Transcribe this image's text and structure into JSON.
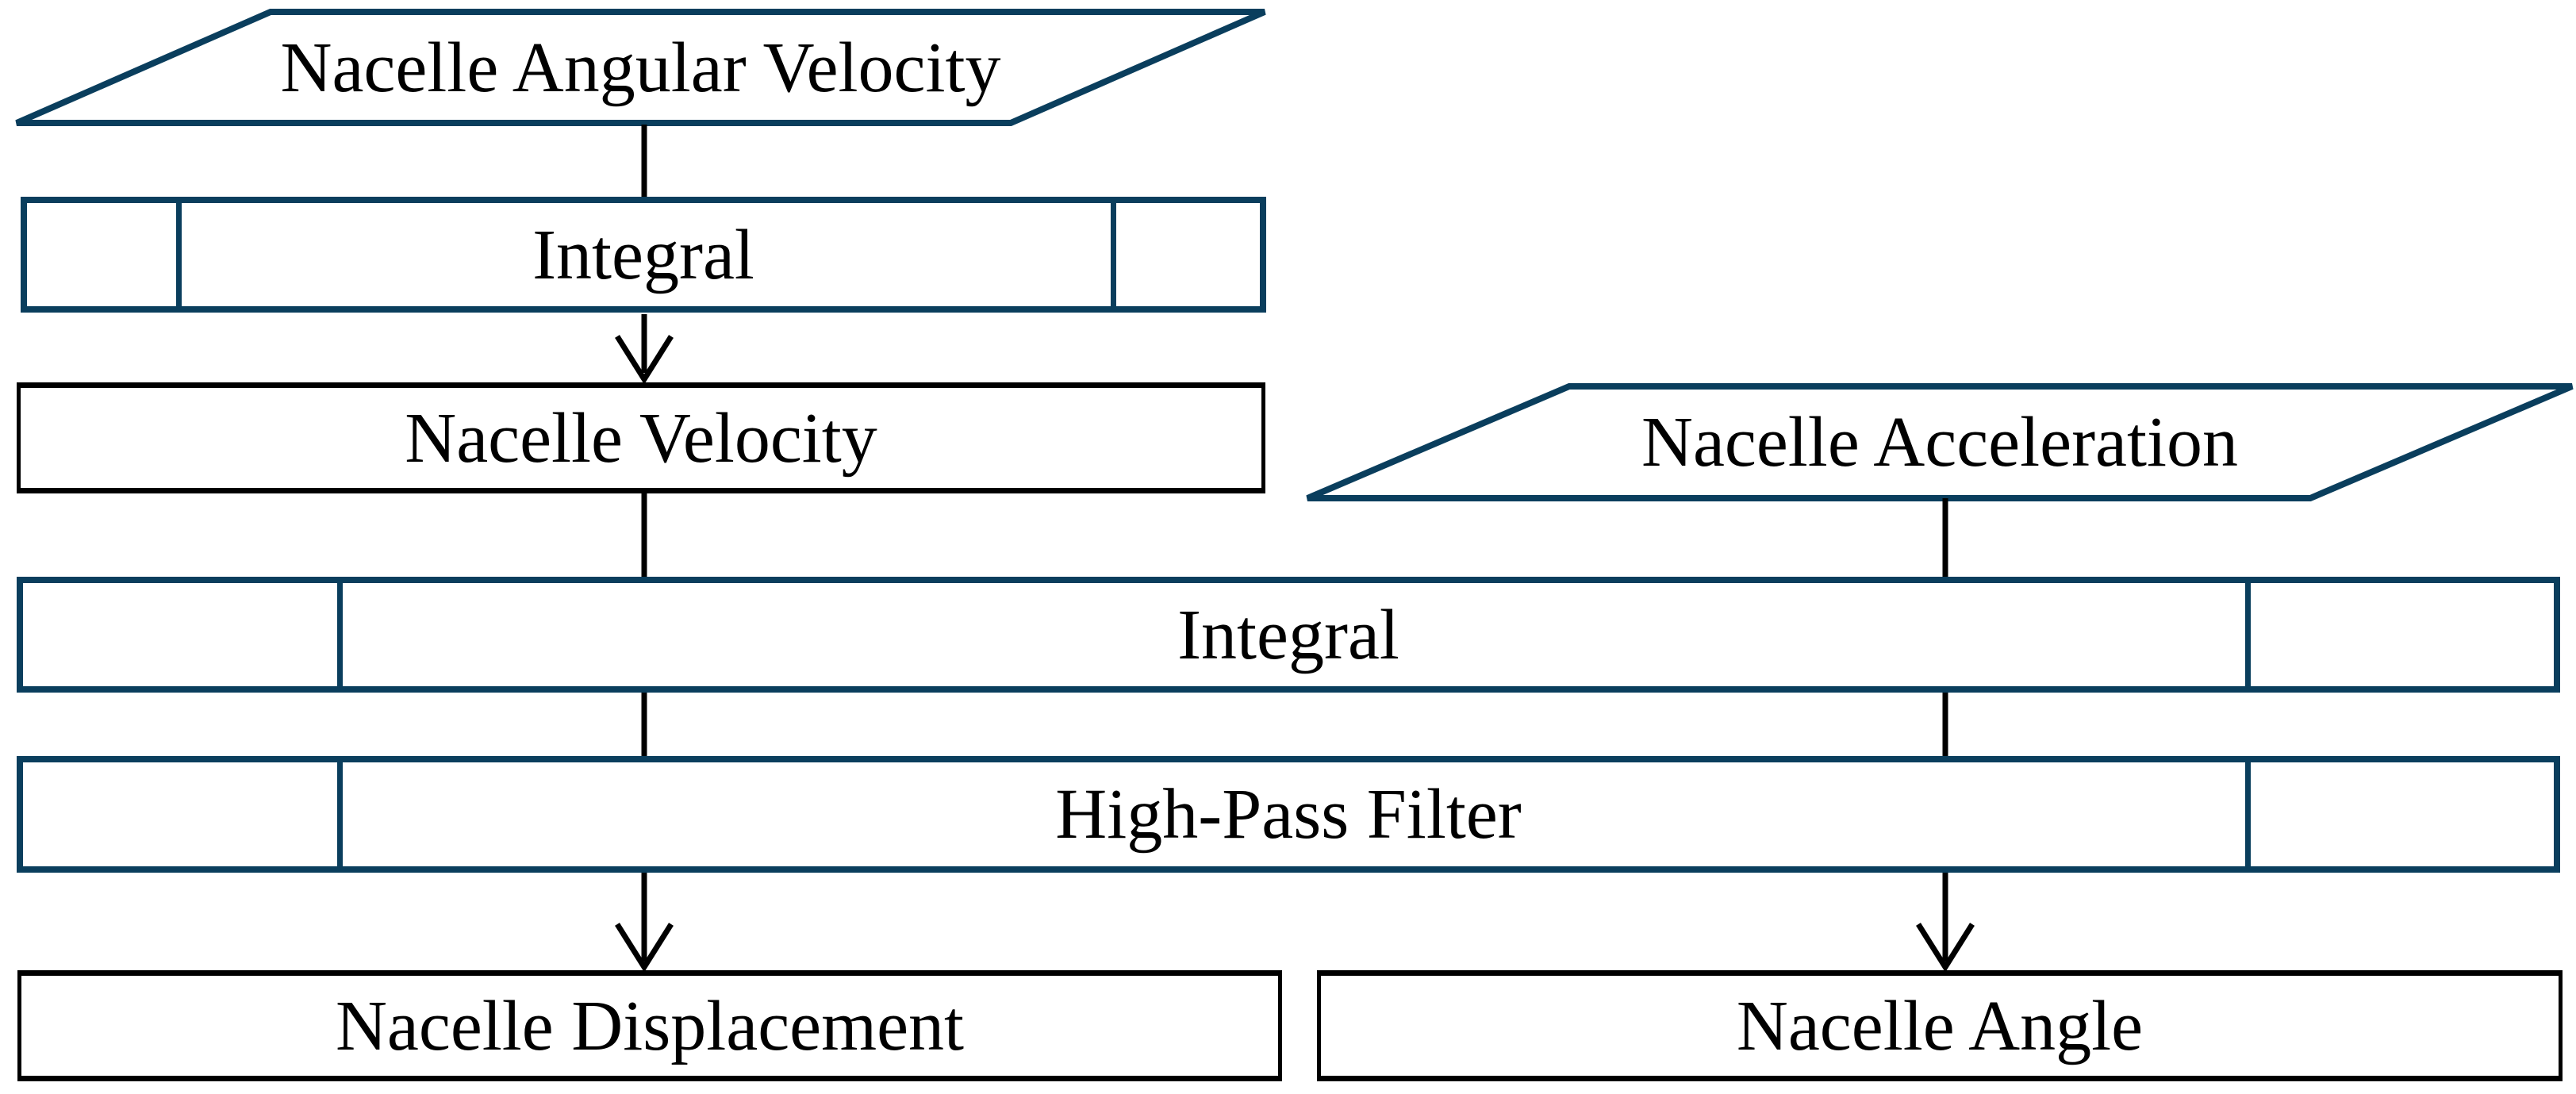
{
  "diagram": {
    "type": "flowchart",
    "description": "Signal-processing flow deriving nacelle displacement and nacelle angle from nacelle sensor signals",
    "colors": {
      "shape_border": "#0a3e5d",
      "connector_and_box_border": "#000000",
      "background": "#ffffff",
      "text": "#000000"
    },
    "nodes": {
      "nacelle_angular_velocity": {
        "label": "Nacelle Angular Velocity",
        "shape": "parallelogram-input"
      },
      "integral_top": {
        "label": "Integral",
        "shape": "predefined-process"
      },
      "nacelle_velocity": {
        "label": "Nacelle Velocity",
        "shape": "rectangle"
      },
      "nacelle_acceleration": {
        "label": "Nacelle Acceleration",
        "shape": "parallelogram-input"
      },
      "integral_wide": {
        "label": "Integral",
        "shape": "predefined-process"
      },
      "high_pass_filter": {
        "label": "High-Pass Filter",
        "shape": "predefined-process"
      },
      "nacelle_displacement": {
        "label": "Nacelle Displacement",
        "shape": "rectangle"
      },
      "nacelle_angle": {
        "label": "Nacelle Angle",
        "shape": "rectangle"
      }
    },
    "edges": [
      {
        "from": "nacelle_angular_velocity",
        "to": "integral_top",
        "arrowhead": false
      },
      {
        "from": "integral_top",
        "to": "nacelle_velocity",
        "arrowhead": true
      },
      {
        "from": "nacelle_velocity",
        "to": "integral_wide",
        "arrowhead": false
      },
      {
        "from": "nacelle_acceleration",
        "to": "integral_wide",
        "arrowhead": false
      },
      {
        "from": "integral_wide",
        "to": "high_pass_filter",
        "arrowhead": false,
        "lane": "left"
      },
      {
        "from": "integral_wide",
        "to": "high_pass_filter",
        "arrowhead": false,
        "lane": "right"
      },
      {
        "from": "high_pass_filter",
        "to": "nacelle_displacement",
        "arrowhead": true
      },
      {
        "from": "high_pass_filter",
        "to": "nacelle_angle",
        "arrowhead": true
      }
    ]
  }
}
